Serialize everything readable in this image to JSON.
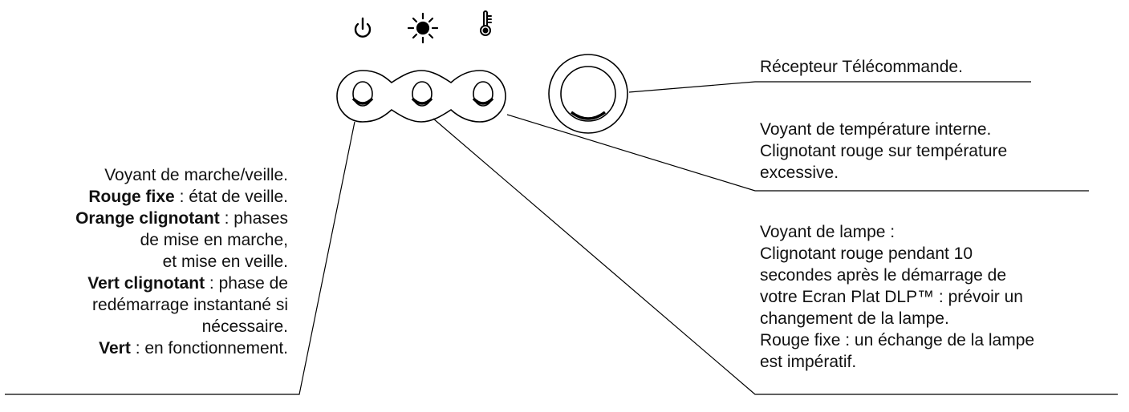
{
  "icons": {
    "power": "power-icon",
    "lamp": "lamp-icon",
    "temperature": "thermometer-icon"
  },
  "labels": {
    "remote": "Récepteur Télécommande.",
    "temperature": {
      "line1": "Voyant de température interne.",
      "line2": "Clignotant rouge sur température",
      "line3": "excessive."
    },
    "lamp": {
      "line1": "Voyant de lampe :",
      "line2": "Clignotant rouge pendant 10",
      "line3": "secondes après le démarrage de",
      "line4": "votre Ecran Plat DLP™ : prévoir un",
      "line5": "changement de la lampe.",
      "line6": "Rouge fixe : un échange de la lampe",
      "line7": "est impératif."
    },
    "power": {
      "line1": "Voyant de marche/veille.",
      "line2_bold": "Rouge fixe",
      "line2_rest": " :  état de veille.",
      "line3_bold": "Orange clignotant",
      "line3_rest": " : phases",
      "line4": "de mise en marche,",
      "line5": "et mise en veille.",
      "line6_bold": "Vert clignotant",
      "line6_rest": " : phase de",
      "line7": "redémarrage instantané si",
      "line8": "nécessaire.",
      "line9_bold": "Vert",
      "line9_rest": " : en fonctionnement."
    }
  }
}
